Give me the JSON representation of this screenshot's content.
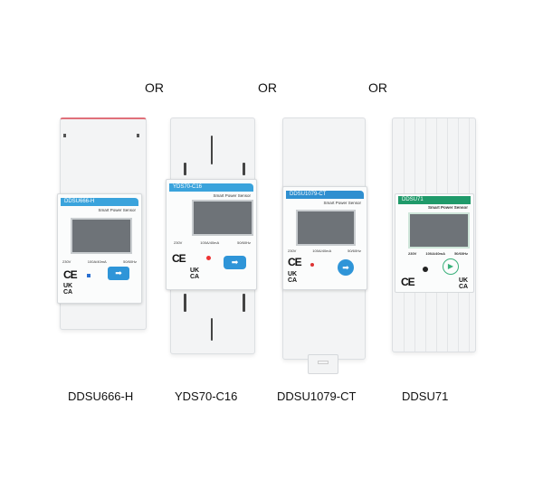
{
  "separators": [
    "OR",
    "OR",
    "OR"
  ],
  "products": [
    {
      "model": "DDSU666-H",
      "panel_label": "DDSU666-H",
      "subtitle": "Smart Power Sensor",
      "specs": [
        "230V",
        "100A/40mA",
        "50/60Hz"
      ],
      "ce": "CE",
      "ukca": "UK CA",
      "accent": "#3aa3dc"
    },
    {
      "model": "YDS70-C16",
      "panel_label": "YDS70-C16",
      "subtitle": "Smart Power Sensor",
      "specs": [
        "230V",
        "100A/40mA",
        "50/60Hz"
      ],
      "ce": "CE",
      "ukca": "UK CA",
      "accent": "#3aa3dc"
    },
    {
      "model": "DDSU1079-CT",
      "panel_label": "DDSU1079-CT",
      "subtitle": "Smart Power Sensor",
      "specs": [
        "230V",
        "100A/40mA",
        "50/60Hz"
      ],
      "ce": "CE",
      "ukca": "UK CA",
      "accent": "#2f8fd0"
    },
    {
      "model": "DDSU71",
      "panel_label": "DDSU71",
      "subtitle": "Smart Power Sensor",
      "specs": [
        "230V",
        "100A/40mA",
        "50/60Hz"
      ],
      "ce": "CE",
      "ukca": "UK CA",
      "accent": "#1f9a6a"
    }
  ]
}
